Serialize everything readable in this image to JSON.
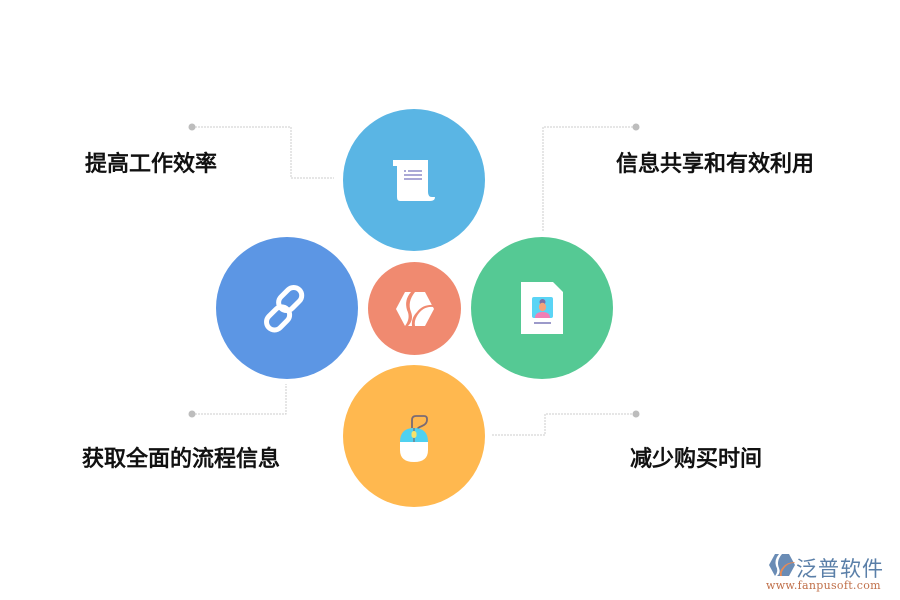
{
  "diagram": {
    "center": {
      "icon": "hexagon-leaf-logo-icon",
      "color": "#f08a70"
    },
    "nodes": [
      {
        "id": "top",
        "label": "提高工作效率",
        "icon": "scroll-document-icon",
        "color": "#5ab5e4"
      },
      {
        "id": "right",
        "label": "信息共享和有效利用",
        "icon": "profile-card-icon",
        "color": "#55c994"
      },
      {
        "id": "left",
        "label": "获取全面的流程信息",
        "icon": "chain-link-icon",
        "color": "#5c96e4"
      },
      {
        "id": "bottom",
        "label": "减少购买时间",
        "icon": "computer-mouse-icon",
        "color": "#ffb84f"
      }
    ],
    "connector_color": "#c8c8c8"
  },
  "brand": {
    "name": "泛普软件",
    "url": "www.fanpusoft.com"
  }
}
